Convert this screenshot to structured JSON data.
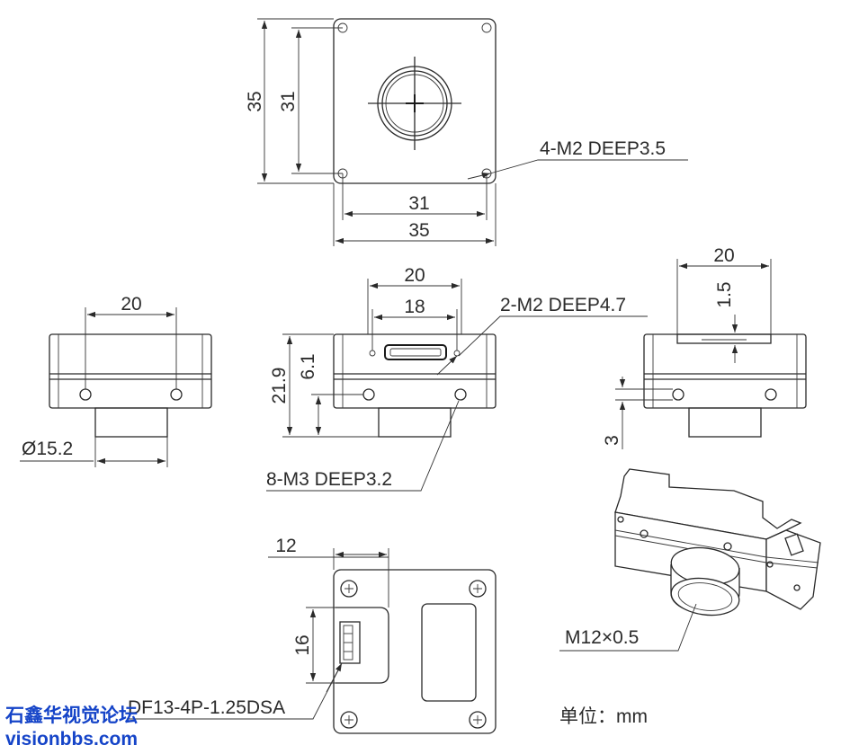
{
  "front": {
    "dim_outer_h": "35",
    "dim_inner_h": "31",
    "dim_inner_w": "31",
    "dim_outer_w": "35",
    "callout_holes": "4-M2 DEEP3.5"
  },
  "side_left": {
    "dim_width": "20",
    "dim_diameter": "Ø15.2"
  },
  "side_center": {
    "dim_top_outer": "20",
    "dim_top_inner": "18",
    "dim_height": "21.9",
    "dim_offset": "6.1",
    "callout_top_holes": "2-M2 DEEP4.7",
    "callout_side_holes": "8-M3 DEEP3.2"
  },
  "side_right": {
    "dim_width": "20",
    "dim_depth": "1.5",
    "dim_hole": "3"
  },
  "back": {
    "dim_offset": "12",
    "dim_connector_h": "16",
    "callout_connector": "DF13-4P-1.25DSA"
  },
  "iso": {
    "callout_mount": "M12×0.5"
  },
  "unit_label": "单位：mm",
  "watermark": {
    "line1": "石鑫华视觉论坛",
    "line2": "visionbbs.com"
  }
}
